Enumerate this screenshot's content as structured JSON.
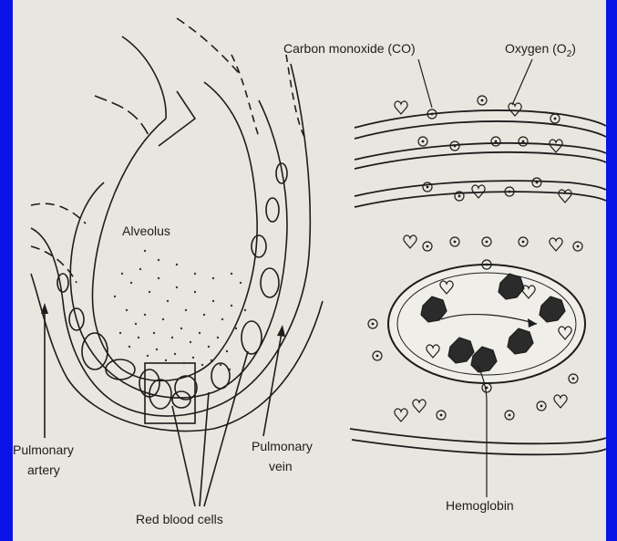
{
  "labels": {
    "alveolus": "Alveolus",
    "pulmonary_artery_1": "Pulmonary",
    "pulmonary_artery_2": "artery",
    "pulmonary_vein_1": "Pulmonary",
    "pulmonary_vein_2": "vein",
    "red_blood_cells": "Red blood cells",
    "carbon_monoxide": "Carbon monoxide (CO)",
    "oxygen_text": "Oxygen (O",
    "oxygen_sub": "2",
    "oxygen_close": ")",
    "hemoglobin": "Hemoglobin"
  },
  "colors": {
    "border": "#0a14e6",
    "paper": "#e9e6df",
    "ink": "#1d1d1d"
  }
}
